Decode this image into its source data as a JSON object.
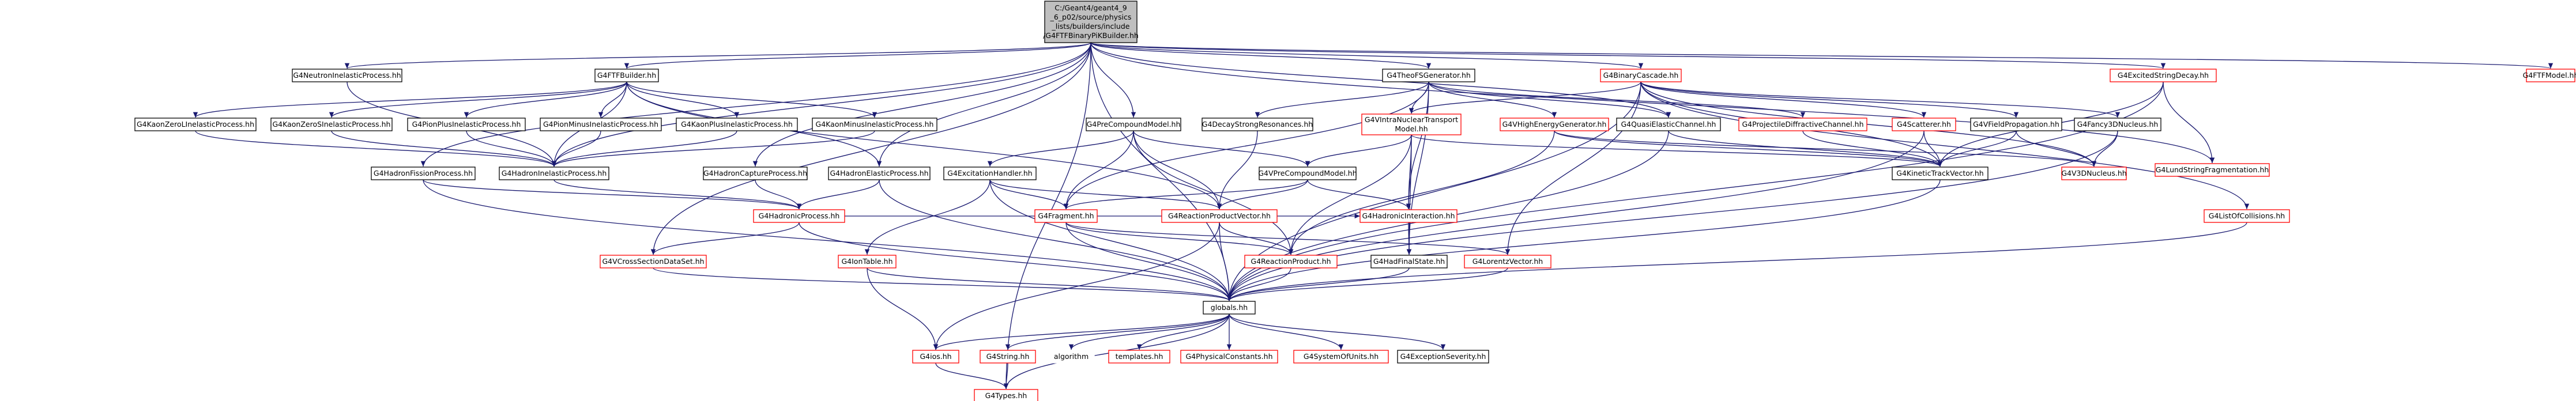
{
  "colors": {
    "edge": "#191970",
    "node_border": "#000000",
    "node_border_external": "#ff0000",
    "root_fill": "#bfbfbf",
    "node_fill": "#ffffff",
    "text": "#000000"
  },
  "nodes": [
    {
      "id": "root",
      "label": [
        "C:/Geant4/geant4_9",
        "_6_p02/source/physics",
        "_lists/builders/include",
        "/G4FTFBinaryPiKBuilder.hh"
      ],
      "root": true
    },
    {
      "id": "neutronInelastic",
      "label": [
        "G4NeutronInelasticProcess.hh"
      ]
    },
    {
      "id": "ftfBuilder",
      "label": [
        "G4FTFBuilder.hh"
      ]
    },
    {
      "id": "theoFS",
      "label": [
        "G4TheoFSGenerator.hh"
      ]
    },
    {
      "id": "binaryCascade",
      "label": [
        "G4BinaryCascade.hh"
      ],
      "external": true
    },
    {
      "id": "excitedString",
      "label": [
        "G4ExcitedStringDecay.hh"
      ],
      "external": true
    },
    {
      "id": "ftfModel",
      "label": [
        "G4FTFModel.hh"
      ],
      "external": true
    },
    {
      "id": "kaonZeroL",
      "label": [
        "G4KaonZeroLInelasticProcess.hh"
      ]
    },
    {
      "id": "kaonZeroS",
      "label": [
        "G4KaonZeroSInelasticProcess.hh"
      ]
    },
    {
      "id": "pionPlus",
      "label": [
        "G4PionPlusInelasticProcess.hh"
      ]
    },
    {
      "id": "pionMinus",
      "label": [
        "G4PionMinusInelasticProcess.hh"
      ]
    },
    {
      "id": "kaonPlus",
      "label": [
        "G4KaonPlusInelasticProcess.hh"
      ]
    },
    {
      "id": "kaonMinus",
      "label": [
        "G4KaonMinusInelasticProcess.hh"
      ]
    },
    {
      "id": "preCompound",
      "label": [
        "G4PreCompoundModel.hh"
      ]
    },
    {
      "id": "decayStrong",
      "label": [
        "G4DecayStrongResonances.hh"
      ]
    },
    {
      "id": "intraNuclear",
      "label": [
        "G4VIntraNuclearTransport",
        "Model.hh"
      ],
      "external": true
    },
    {
      "id": "highEnergy",
      "label": [
        "G4VHighEnergyGenerator.hh"
      ],
      "external": true
    },
    {
      "id": "quasiElastic",
      "label": [
        "G4QuasiElasticChannel.hh"
      ]
    },
    {
      "id": "projDiffractive",
      "label": [
        "G4ProjectileDiffractiveChannel.hh"
      ],
      "external": true
    },
    {
      "id": "scatterer",
      "label": [
        "G4Scatterer.hh"
      ],
      "external": true
    },
    {
      "id": "fieldProp",
      "label": [
        "G4VFieldPropagation.hh"
      ]
    },
    {
      "id": "lundString",
      "label": [
        "G4LundStringFragmentation.hh"
      ],
      "external": true
    },
    {
      "id": "fancy3D",
      "label": [
        "G4Fancy3DNucleus.hh"
      ]
    },
    {
      "id": "hadronFission",
      "label": [
        "G4HadronFissionProcess.hh"
      ]
    },
    {
      "id": "hadronInelastic",
      "label": [
        "G4HadronInelasticProcess.hh"
      ]
    },
    {
      "id": "hadronCapture",
      "label": [
        "G4HadronCaptureProcess.hh"
      ]
    },
    {
      "id": "hadronElastic",
      "label": [
        "G4HadronElasticProcess.hh"
      ]
    },
    {
      "id": "excitationHandler",
      "label": [
        "G4ExcitationHandler.hh"
      ]
    },
    {
      "id": "vPreCompound",
      "label": [
        "G4VPreCompoundModel.hh"
      ]
    },
    {
      "id": "kineticTrack",
      "label": [
        "G4KineticTrackVector.hh"
      ]
    },
    {
      "id": "v3DNucleus",
      "label": [
        "G4V3DNucleus.hh"
      ],
      "external": true
    },
    {
      "id": "hadronicProcess",
      "label": [
        "G4HadronicProcess.hh"
      ],
      "external": true
    },
    {
      "id": "fragment",
      "label": [
        "G4Fragment.hh"
      ],
      "external": true
    },
    {
      "id": "reactionProductVector",
      "label": [
        "G4ReactionProductVector.hh"
      ],
      "external": true
    },
    {
      "id": "hadronicInteraction",
      "label": [
        "G4HadronicInteraction.hh"
      ],
      "external": true
    },
    {
      "id": "listOfCollisions",
      "label": [
        "G4ListOfCollisions.hh"
      ],
      "external": true
    },
    {
      "id": "crossSectionDataSet",
      "label": [
        "G4VCrossSectionDataSet.hh"
      ],
      "external": true
    },
    {
      "id": "ionTable",
      "label": [
        "G4IonTable.hh"
      ],
      "external": true
    },
    {
      "id": "reactionProduct",
      "label": [
        "G4ReactionProduct.hh"
      ],
      "external": true
    },
    {
      "id": "hadFinalState",
      "label": [
        "G4HadFinalState.hh"
      ]
    },
    {
      "id": "lorentzVector",
      "label": [
        "G4LorentzVector.hh"
      ],
      "external": true
    },
    {
      "id": "globals",
      "label": [
        "globals.hh"
      ]
    },
    {
      "id": "ios",
      "label": [
        "G4ios.hh"
      ],
      "external": true
    },
    {
      "id": "string",
      "label": [
        "G4String.hh"
      ],
      "external": true
    },
    {
      "id": "algorithm",
      "label": [
        "algorithm"
      ],
      "plain": true
    },
    {
      "id": "templates",
      "label": [
        "templates.hh"
      ],
      "external": true
    },
    {
      "id": "physConstants",
      "label": [
        "G4PhysicalConstants.hh"
      ],
      "external": true
    },
    {
      "id": "systemOfUnits",
      "label": [
        "G4SystemOfUnits.hh"
      ],
      "external": true
    },
    {
      "id": "exceptionSeverity",
      "label": [
        "G4ExceptionSeverity.hh"
      ]
    },
    {
      "id": "types",
      "label": [
        "G4Types.hh"
      ],
      "external": true
    }
  ],
  "edges": [
    [
      "root",
      "neutronInelastic"
    ],
    [
      "root",
      "ftfBuilder"
    ],
    [
      "root",
      "theoFS"
    ],
    [
      "root",
      "binaryCascade"
    ],
    [
      "root",
      "excitedString"
    ],
    [
      "root",
      "ftfModel"
    ],
    [
      "root",
      "preCompound"
    ],
    [
      "root",
      "hadronFission"
    ],
    [
      "root",
      "hadronCapture"
    ],
    [
      "root",
      "hadronElastic"
    ],
    [
      "root",
      "quasiElastic"
    ],
    [
      "root",
      "lundString"
    ],
    [
      "root",
      "crossSectionDataSet"
    ],
    [
      "root",
      "globals"
    ],
    [
      "root",
      "types"
    ],
    [
      "root",
      "hadronInelastic"
    ],
    [
      "neutronInelastic",
      "hadronInelastic"
    ],
    [
      "ftfBuilder",
      "kaonZeroL"
    ],
    [
      "ftfBuilder",
      "kaonZeroS"
    ],
    [
      "ftfBuilder",
      "pionPlus"
    ],
    [
      "ftfBuilder",
      "pionMinus"
    ],
    [
      "ftfBuilder",
      "kaonPlus"
    ],
    [
      "ftfBuilder",
      "kaonMinus"
    ],
    [
      "ftfBuilder",
      "hadronInelastic"
    ],
    [
      "ftfBuilder",
      "hadronElastic"
    ],
    [
      "ftfBuilder",
      "reactionProductVector"
    ],
    [
      "kaonZeroL",
      "hadronInelastic"
    ],
    [
      "kaonZeroS",
      "hadronInelastic"
    ],
    [
      "pionPlus",
      "hadronInelastic"
    ],
    [
      "pionMinus",
      "hadronInelastic"
    ],
    [
      "kaonPlus",
      "hadronInelastic"
    ],
    [
      "kaonMinus",
      "hadronInelastic"
    ],
    [
      "theoFS",
      "decayStrong"
    ],
    [
      "theoFS",
      "intraNuclear"
    ],
    [
      "theoFS",
      "highEnergy"
    ],
    [
      "theoFS",
      "quasiElastic"
    ],
    [
      "theoFS",
      "projDiffractive"
    ],
    [
      "theoFS",
      "hadronicInteraction"
    ],
    [
      "theoFS",
      "fragment"
    ],
    [
      "theoFS",
      "hadFinalState"
    ],
    [
      "binaryCascade",
      "intraNuclear"
    ],
    [
      "binaryCascade",
      "scatterer"
    ],
    [
      "binaryCascade",
      "fieldProp"
    ],
    [
      "binaryCascade",
      "fancy3D"
    ],
    [
      "binaryCascade",
      "kineticTrack"
    ],
    [
      "binaryCascade",
      "listOfCollisions"
    ],
    [
      "binaryCascade",
      "v3DNucleus"
    ],
    [
      "binaryCascade",
      "globals"
    ],
    [
      "binaryCascade",
      "lorentzVector"
    ],
    [
      "excitedString",
      "lundString"
    ],
    [
      "excitedString",
      "kineticTrack"
    ],
    [
      "excitedString",
      "globals"
    ],
    [
      "preCompound",
      "excitationHandler"
    ],
    [
      "preCompound",
      "vPreCompound"
    ],
    [
      "preCompound",
      "fragment"
    ],
    [
      "preCompound",
      "reactionProductVector"
    ],
    [
      "preCompound",
      "reactionProduct"
    ],
    [
      "decayStrong",
      "reactionProductVector"
    ],
    [
      "intraNuclear",
      "vPreCompound"
    ],
    [
      "intraNuclear",
      "hadronicInteraction"
    ],
    [
      "intraNuclear",
      "kineticTrack"
    ],
    [
      "intraNuclear",
      "hadFinalState"
    ],
    [
      "intraNuclear",
      "reactionProduct"
    ],
    [
      "highEnergy",
      "v3DNucleus"
    ],
    [
      "highEnergy",
      "kineticTrack"
    ],
    [
      "highEnergy",
      "reactionProduct"
    ],
    [
      "quasiElastic",
      "kineticTrack"
    ],
    [
      "quasiElastic",
      "globals"
    ],
    [
      "projDiffractive",
      "kineticTrack"
    ],
    [
      "scatterer",
      "kineticTrack"
    ],
    [
      "scatterer",
      "globals"
    ],
    [
      "fieldProp",
      "kineticTrack"
    ],
    [
      "fieldProp",
      "v3DNucleus"
    ],
    [
      "fancy3D",
      "v3DNucleus"
    ],
    [
      "fancy3D",
      "globals"
    ],
    [
      "hadronFission",
      "hadronicProcess"
    ],
    [
      "hadronFission",
      "globals"
    ],
    [
      "hadronInelastic",
      "hadronicProcess"
    ],
    [
      "hadronCapture",
      "hadronicProcess"
    ],
    [
      "hadronElastic",
      "hadronicProcess"
    ],
    [
      "hadronElastic",
      "globals"
    ],
    [
      "excitationHandler",
      "fragment"
    ],
    [
      "excitationHandler",
      "reactionProductVector"
    ],
    [
      "excitationHandler",
      "ionTable"
    ],
    [
      "excitationHandler",
      "globals"
    ],
    [
      "vPreCompound",
      "hadronicInteraction"
    ],
    [
      "vPreCompound",
      "fragment"
    ],
    [
      "vPreCompound",
      "reactionProductVector"
    ],
    [
      "kineticTrack",
      "globals"
    ],
    [
      "hadronicProcess",
      "crossSectionDataSet"
    ],
    [
      "hadronicProcess",
      "hadronicInteraction"
    ],
    [
      "hadronicProcess",
      "globals"
    ],
    [
      "fragment",
      "globals"
    ],
    [
      "fragment",
      "lorentzVector"
    ],
    [
      "fragment",
      "reactionProduct"
    ],
    [
      "reactionProductVector",
      "reactionProduct"
    ],
    [
      "reactionProductVector",
      "ios"
    ],
    [
      "reactionProductVector",
      "globals"
    ],
    [
      "hadronicInteraction",
      "hadFinalState"
    ],
    [
      "listOfCollisions",
      "globals"
    ],
    [
      "crossSectionDataSet",
      "globals"
    ],
    [
      "ionTable",
      "ios"
    ],
    [
      "ionTable",
      "globals"
    ],
    [
      "reactionProduct",
      "globals"
    ],
    [
      "hadFinalState",
      "globals"
    ],
    [
      "lorentzVector",
      "globals"
    ],
    [
      "globals",
      "ios"
    ],
    [
      "globals",
      "string"
    ],
    [
      "globals",
      "algorithm"
    ],
    [
      "globals",
      "templates"
    ],
    [
      "globals",
      "physConstants"
    ],
    [
      "globals",
      "systemOfUnits"
    ],
    [
      "globals",
      "exceptionSeverity"
    ],
    [
      "globals",
      "types"
    ],
    [
      "ios",
      "types"
    ],
    [
      "string",
      "types"
    ]
  ]
}
